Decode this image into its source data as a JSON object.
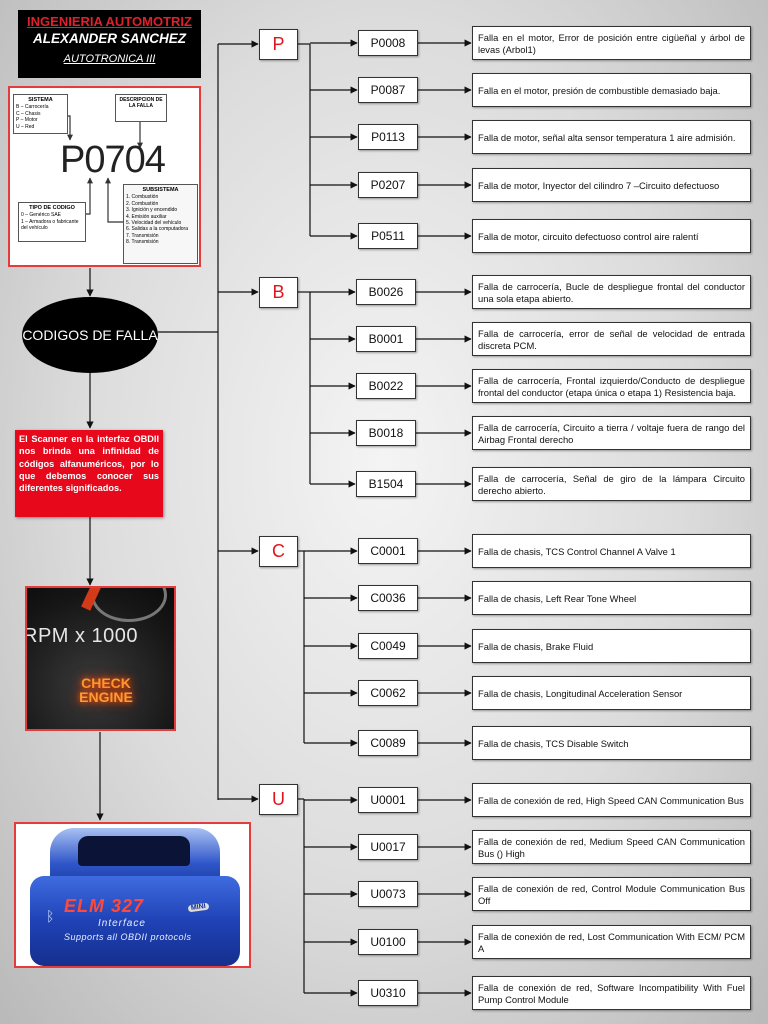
{
  "header": {
    "line1": "INGENIERIA AUTOMOTRIZ",
    "line2": "ALEXANDER SANCHEZ",
    "line3": "AUTOTRONICA III"
  },
  "explainer": {
    "code": "P0704",
    "sistema_title": "SISTEMA",
    "sistema_items": [
      "B – Carrocería",
      "C – Chasis",
      "P – Motor",
      "U – Red"
    ],
    "descripcion": "DESCRIPCION DE LA FALLA",
    "tipo_title": "TIPO DE CODIGO",
    "tipo_items": [
      "0 – Genérico SAE",
      "1 – Armadora o fabricante del vehículo"
    ],
    "subsistema_title": "SUBSISTEMA",
    "subsistema_items": [
      "1. Combustión",
      "2. Combustión",
      "3. Ignición y encendido",
      "4. Emisión auxiliar",
      "5. Velocidad del vehículo",
      "6. Salidas a la computadora",
      "7. Transmisión",
      "8. Transmisión"
    ]
  },
  "root_label": "CODIGOS DE FALLA",
  "info_text": "El Scanner en la interfaz OBDII nos brinda una infinidad de códigos alfanuméricos, por lo que debemos conocer sus diferentes significados.",
  "dashboard": {
    "rpm": "RPM x 1000",
    "check": "CHECK ENGINE"
  },
  "elm": {
    "brand": "ELM 327",
    "mini": "MINI",
    "interface": "Interface",
    "support": "Supports all OBDII protocols",
    "bt_icon": "bluetooth-icon"
  },
  "colors": {
    "accent_red": "#e0141e",
    "header_bg": "#000000"
  },
  "categories": [
    {
      "letter": "P",
      "codes": [
        {
          "code": "P0008",
          "desc": "Falla en el motor, Error de posición entre cigüeñal y árbol de levas (Arbol1)"
        },
        {
          "code": "P0087",
          "desc": "Falla en el motor, presión de combustible demasiado baja."
        },
        {
          "code": "P0113",
          "desc": "Falla de motor, señal alta sensor temperatura 1 aire admisión."
        },
        {
          "code": "P0207",
          "desc": "Falla de motor, Inyector del cilindro 7 –Circuito defectuoso"
        },
        {
          "code": "P0511",
          "desc": "Falla de motor, circuito defectuoso control aire ralentí"
        }
      ]
    },
    {
      "letter": "B",
      "codes": [
        {
          "code": "B0026",
          "desc": "Falla de carrocería, Bucle de despliegue frontal del conductor una sola etapa abierto."
        },
        {
          "code": "B0001",
          "desc": "Falla de carrocería, error de señal de velocidad de entrada discreta PCM."
        },
        {
          "code": "B0022",
          "desc": "Falla de carrocería, Frontal izquierdo/Conducto de despliegue frontal del conductor (etapa única o etapa 1) Resistencia baja."
        },
        {
          "code": "B0018",
          "desc": "Falla de carrocería, Circuito a tierra / voltaje fuera de rango del Airbag Frontal derecho"
        },
        {
          "code": "B1504",
          "desc": "Falla de carrocería, Señal de giro de la lámpara Circuito derecho abierto."
        }
      ]
    },
    {
      "letter": "C",
      "codes": [
        {
          "code": "C0001",
          "desc": "Falla de chasis, TCS Control Channel A Valve 1"
        },
        {
          "code": "C0036",
          "desc": "Falla de chasis, Left Rear Tone Wheel"
        },
        {
          "code": "C0049",
          "desc": "Falla de chasis, Brake Fluid"
        },
        {
          "code": "C0062",
          "desc": "Falla de chasis,  Longitudinal Acceleration Sensor"
        },
        {
          "code": "C0089",
          "desc": "Falla de chasis, TCS Disable Switch"
        }
      ]
    },
    {
      "letter": "U",
      "codes": [
        {
          "code": "U0001",
          "desc": "Falla de conexión de red, High Speed CAN Communication Bus"
        },
        {
          "code": "U0017",
          "desc": "Falla de conexión de red, Medium Speed CAN Communication Bus () High"
        },
        {
          "code": "U0073",
          "desc": "Falla de conexión de red, Control Module Communication Bus Off"
        },
        {
          "code": "U0100",
          "desc": "Falla de conexión de red, Lost Communication With ECM/ PCM A"
        },
        {
          "code": "U0310",
          "desc": "Falla de conexión de red, Software Incompatibility With Fuel Pump Control Module"
        }
      ]
    }
  ]
}
